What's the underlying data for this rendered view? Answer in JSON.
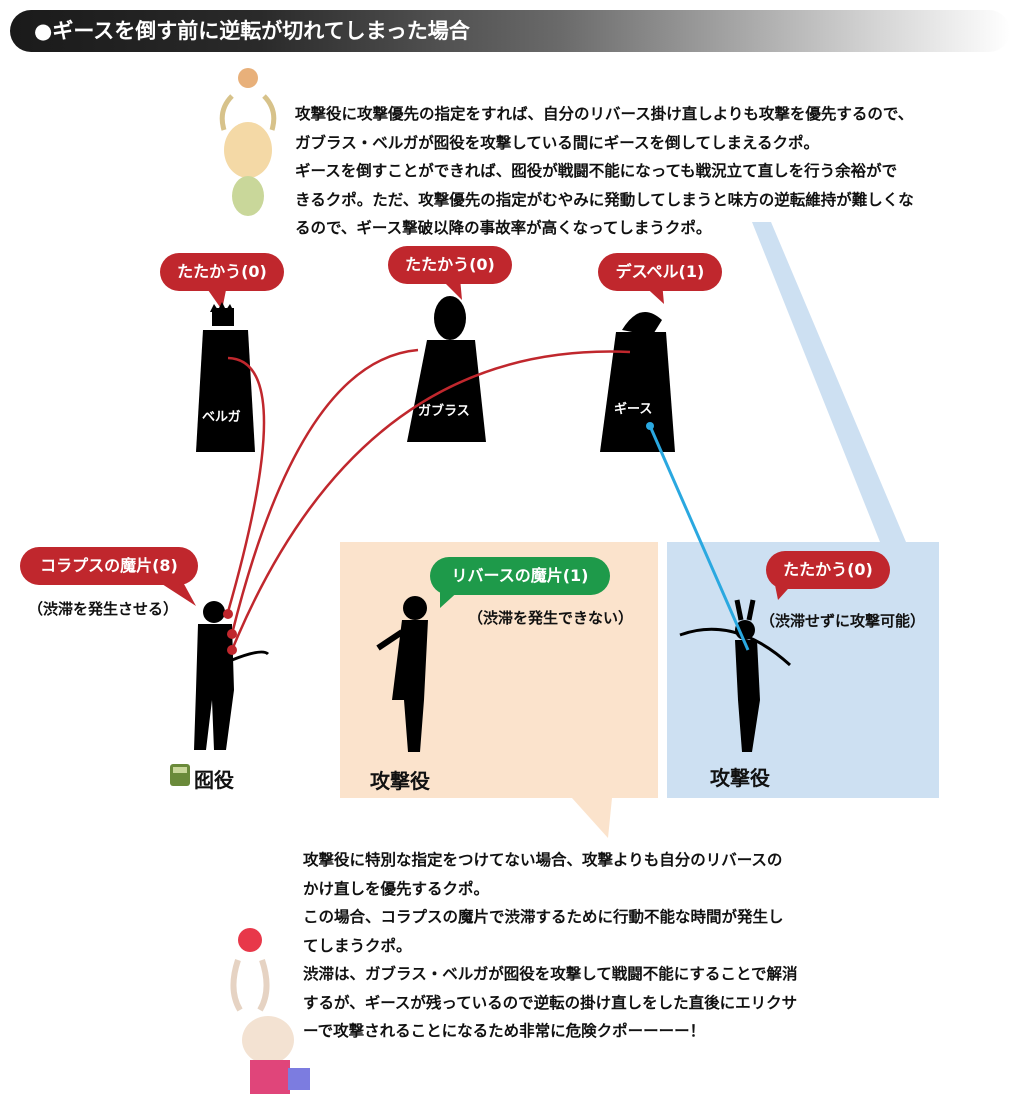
{
  "header": {
    "title": "●ギースを倒す前に逆転が切れてしまった場合"
  },
  "top_text": {
    "lines": [
      "攻撃役に攻撃優先の指定をすれば、自分のリバース掛け直しよりも攻撃を優先するので、",
      "ガブラス・ベルガが囮役を攻撃している間にギースを倒してしまえるクポ。",
      "ギースを倒すことができれば、囮役が戦闘不能になっても戦況立て直しを行う余裕がで",
      "きるクポ。ただ、攻撃優先の指定がむやみに発動してしまうと味方の逆転維持が難しくな",
      "るので、ギース撃破以降の事故率が高くなってしまうクポ。"
    ]
  },
  "enemies": {
    "belga": {
      "name": "ベルガ",
      "action": "たたかう(0)"
    },
    "gabranth": {
      "name": "ガブラス",
      "action": "たたかう(0)"
    },
    "ghis": {
      "name": "ギース",
      "action": "デスペル(1)"
    }
  },
  "decoy": {
    "action": "コラプスの魔片(8)",
    "note": "（渋滞を発生させる）",
    "role": "囮役"
  },
  "attacker_default": {
    "action": "リバースの魔片(1)",
    "note": "（渋滞を発生できない）",
    "role": "攻撃役"
  },
  "attacker_priority": {
    "action": "たたかう(0)",
    "note": "（渋滞せずに攻撃可能）",
    "role": "攻撃役"
  },
  "bottom_text": {
    "lines": [
      "攻撃役に特別な指定をつけてない場合、攻撃よりも自分のリバースの",
      "かけ直しを優先するクポ。",
      "この場合、コラプスの魔片で渋滞するために行動不能な時間が発生し",
      "てしまうクポ。",
      "渋滞は、ガブラス・ベルガが囮役を攻撃して戦闘不能にすることで解消",
      "するが、ギースが残っているので逆転の掛け直しをした直後にエリクサ",
      "ーで攻撃されることになるため非常に危険クポーーーー！"
    ]
  },
  "colors": {
    "bubble_red": "#c0272d",
    "bubble_green": "#1e9a4a",
    "panel_peach": "#fbe3cc",
    "panel_blue": "#cde0f2",
    "line_red": "#c0272d",
    "line_blue": "#2aa8e0"
  },
  "icons": [
    "moogle-icon",
    "moogle-pink-icon",
    "tank-icon"
  ]
}
